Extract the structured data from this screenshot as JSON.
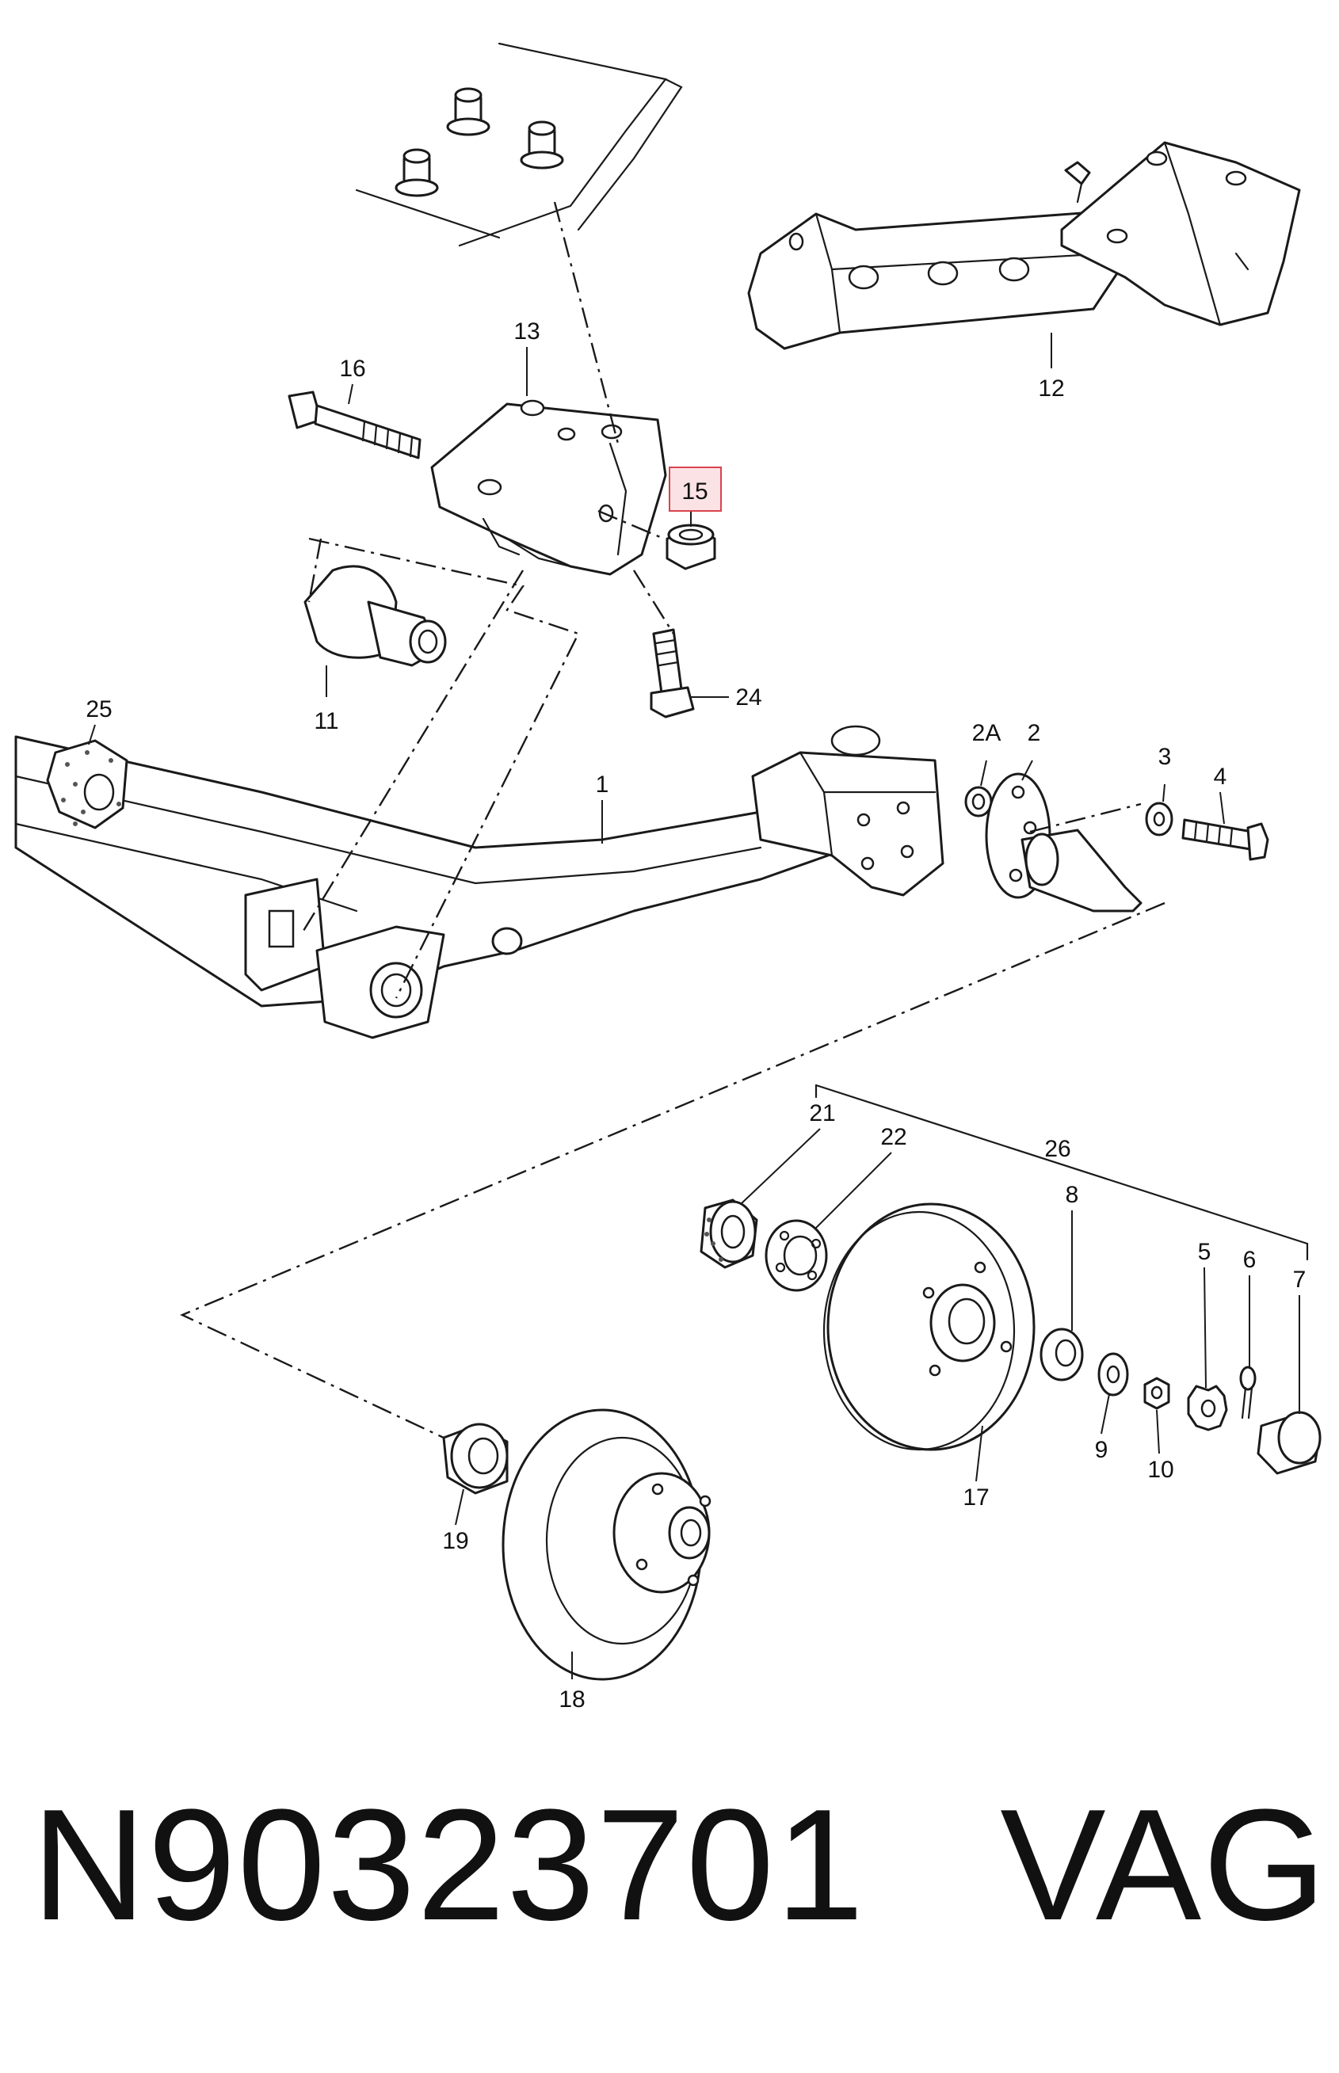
{
  "callouts": {
    "p1": "1",
    "p2": "2",
    "p2a": "2A",
    "p3": "3",
    "p4": "4",
    "p5": "5",
    "p6": "6",
    "p7": "7",
    "p8": "8",
    "p9": "9",
    "p10": "10",
    "p11": "11",
    "p12": "12",
    "p13": "13",
    "p15": "15",
    "p16": "16",
    "p17": "17",
    "p18": "18",
    "p19": "19",
    "p21": "21",
    "p22": "22",
    "p24": "24",
    "p25": "25",
    "p26": "26"
  },
  "highlight": {
    "callout": "15",
    "color": "#d9434e"
  },
  "caption": {
    "part_number": "N90323701",
    "brand": "VAG"
  }
}
